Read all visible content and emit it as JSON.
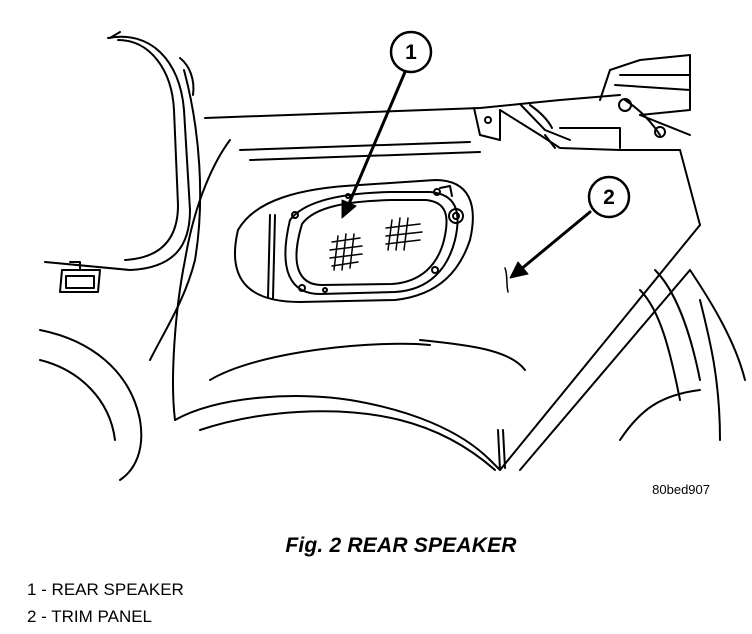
{
  "figure": {
    "code": "80bed907",
    "caption": "Fig. 2 REAR SPEAKER"
  },
  "callouts": [
    {
      "number": "1",
      "target": "rear-speaker"
    },
    {
      "number": "2",
      "target": "trim-panel"
    }
  ],
  "legend": [
    {
      "text": "1 - REAR SPEAKER"
    },
    {
      "text": "2 - TRIM PANEL"
    }
  ]
}
